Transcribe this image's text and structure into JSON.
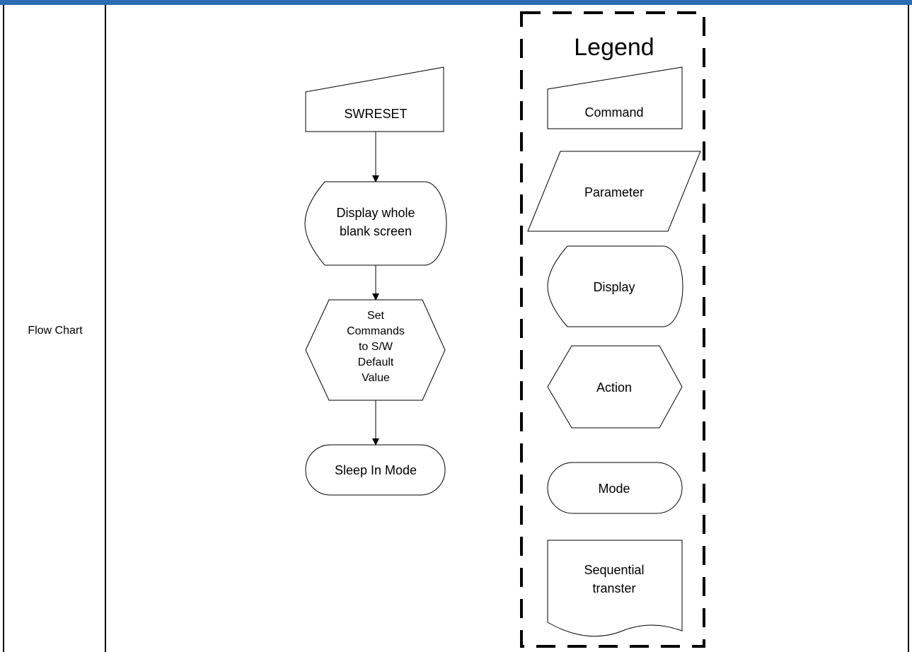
{
  "accent_color": "#2e6bb5",
  "row_label": "Flow Chart",
  "flow": {
    "swreset": "SWRESET",
    "display_line1": "Display whole",
    "display_line2": "blank screen",
    "action_line1": "Set",
    "action_line2": "Commands",
    "action_line3": "to S/W",
    "action_line4": "Default",
    "action_line5": "Value",
    "sleep": "Sleep In Mode"
  },
  "legend": {
    "title": "Legend",
    "command": "Command",
    "parameter": "Parameter",
    "display": "Display",
    "action": "Action",
    "mode": "Mode",
    "sequential_line1": "Sequential",
    "sequential_line2": "transter"
  }
}
